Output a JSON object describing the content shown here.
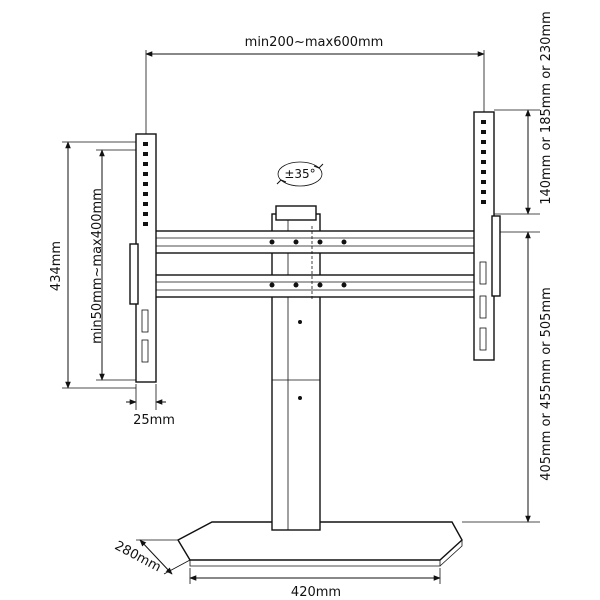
{
  "dimensions": {
    "vesa_width": "min200~max600mm",
    "vesa_height": "min50mm~max400mm",
    "total_height": "434mm",
    "bracket_depth": "25mm",
    "top_adjust": "140mm or 185mm or 230mm",
    "stand_height": "405mm or 455mm or 505mm",
    "base_depth": "280mm",
    "base_width": "420mm"
  },
  "rotation": "±35°"
}
